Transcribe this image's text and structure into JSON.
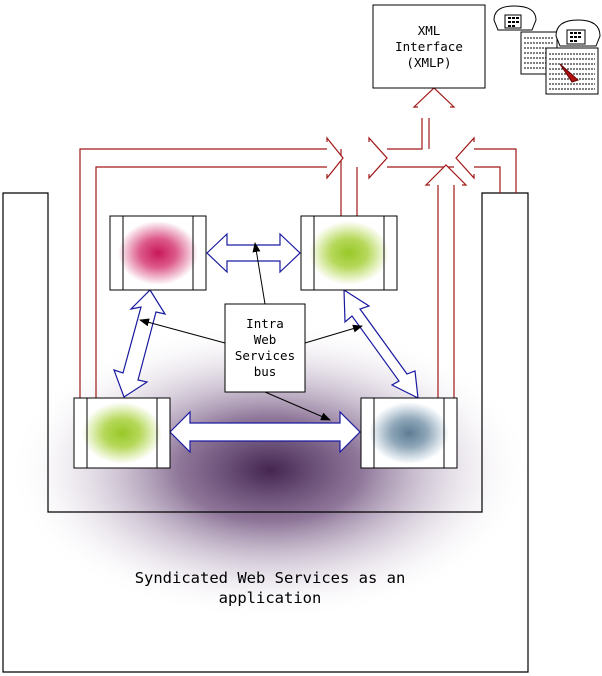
{
  "diagram": {
    "xml_interface": {
      "line1": "XML",
      "line2": "Interface",
      "line3": "(XMLP)"
    },
    "bus": {
      "line1": "Intra",
      "line2": "Web",
      "line3": "Services",
      "line4": "bus"
    },
    "caption": {
      "line1": "Syndicated Web Services as an",
      "line2": "application"
    },
    "nodes": [
      {
        "id": "top-left",
        "color": "#d0306a"
      },
      {
        "id": "top-right",
        "color": "#a6cf3e"
      },
      {
        "id": "bottom-left",
        "color": "#a6cf3e"
      },
      {
        "id": "bottom-right",
        "color": "#6e8ea4"
      }
    ],
    "colors": {
      "red_line": "#a01818",
      "blue_arrow": "#1a1aa0",
      "halo": "#6a4a78"
    }
  }
}
